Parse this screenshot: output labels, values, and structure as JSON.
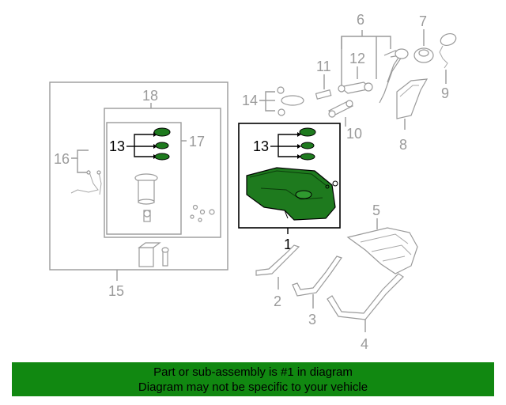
{
  "callouts": {
    "c1": "1",
    "c2": "2",
    "c3": "3",
    "c4": "4",
    "c5": "5",
    "c6": "6",
    "c7": "7",
    "c8": "8",
    "c9": "9",
    "c10": "10",
    "c11": "11",
    "c12": "12",
    "c13a": "13",
    "c13b": "13",
    "c14": "14",
    "c15": "15",
    "c16": "16",
    "c17": "17",
    "c18": "18"
  },
  "footer": {
    "line1": "Part or sub-assembly is #1 in diagram",
    "line2": "Diagram may not be specific to your vehicle"
  },
  "colors": {
    "highlight": "#1e7a1e",
    "footer_bg": "#118811",
    "line": "#9a9a9a"
  }
}
